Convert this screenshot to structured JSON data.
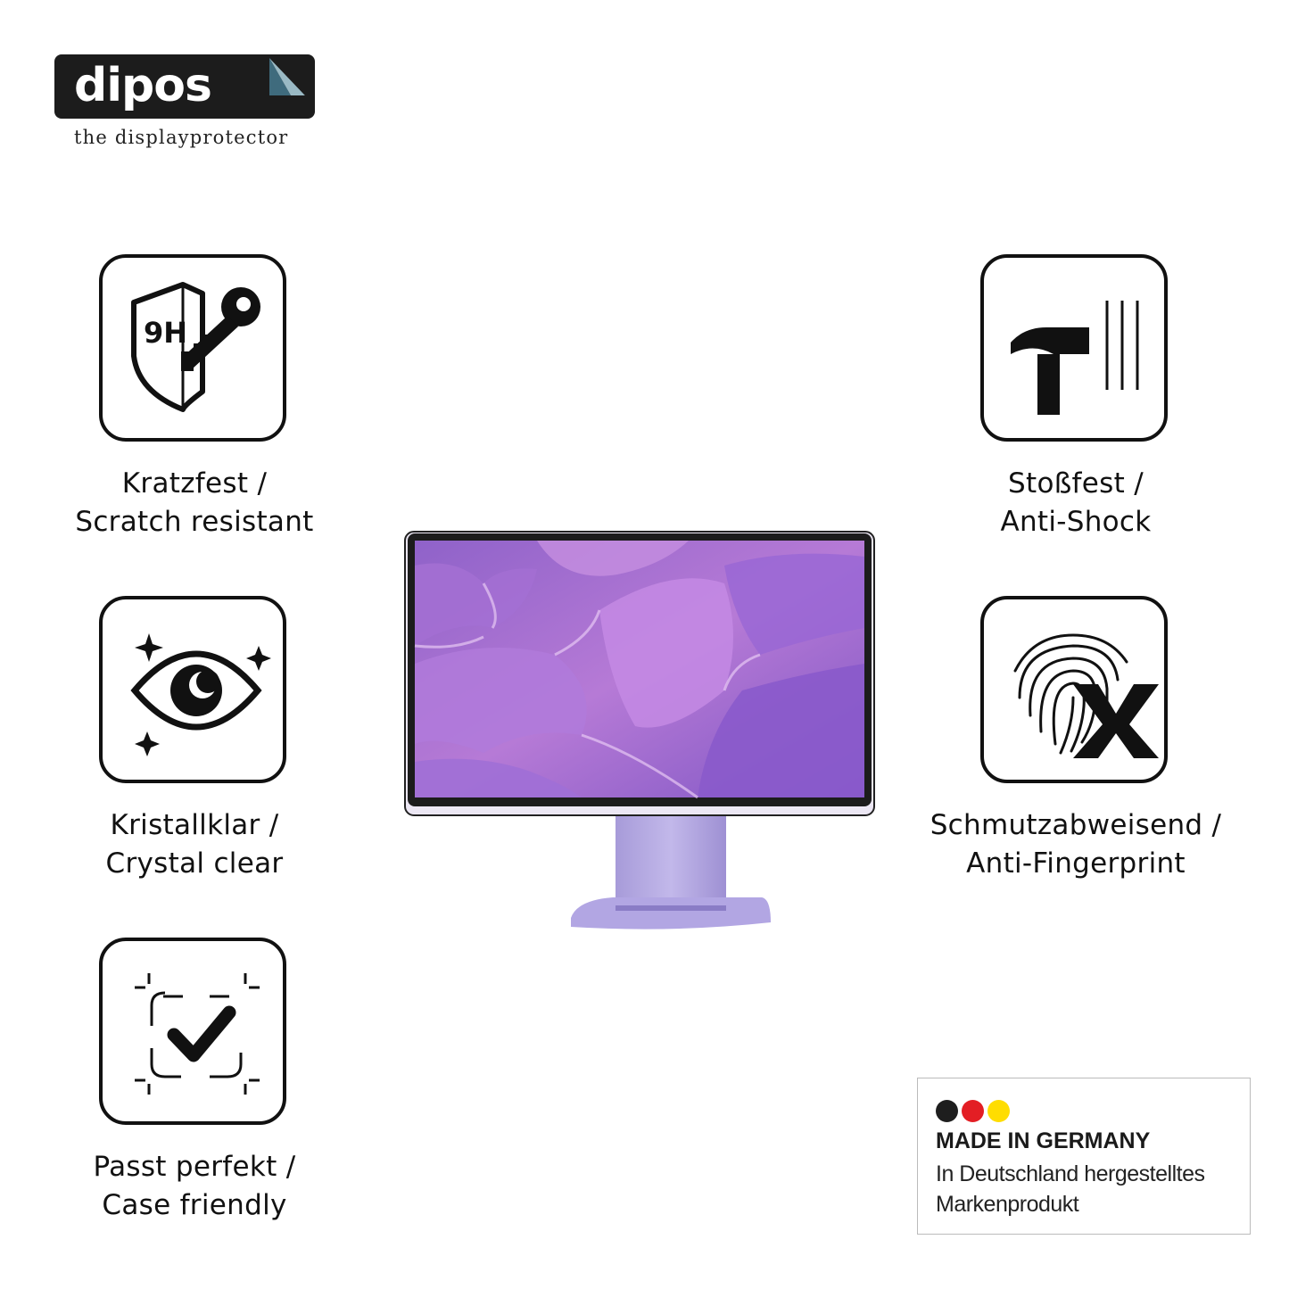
{
  "brand": {
    "name": "dipos",
    "tagline": "the displayprotector"
  },
  "features": [
    {
      "icon": "shield-9h-key-icon",
      "badge": "9H",
      "line1": "Kratzfest /",
      "line2": "Scratch resistant"
    },
    {
      "icon": "eye-sparkle-icon",
      "line1": "Kristallklar /",
      "line2": "Crystal clear"
    },
    {
      "icon": "checkmark-frame-icon",
      "line1": "Passt perfekt /",
      "line2": "Case friendly"
    },
    {
      "icon": "hammer-glass-icon",
      "line1": "Stoßfest /",
      "line2": "Anti-Shock"
    },
    {
      "icon": "fingerprint-x-icon",
      "line1": "Schmutzabweisend /",
      "line2": "Anti-Fingerprint"
    }
  ],
  "product": {
    "image": "monitor-product-image"
  },
  "made_in": {
    "title": "MADE IN GERMANY",
    "line1": "In Deutschland hergestelltes",
    "line2": "Markenprodukt",
    "flag_colors": [
      "#1e1e1e",
      "#e31e24",
      "#ffdd00"
    ]
  }
}
